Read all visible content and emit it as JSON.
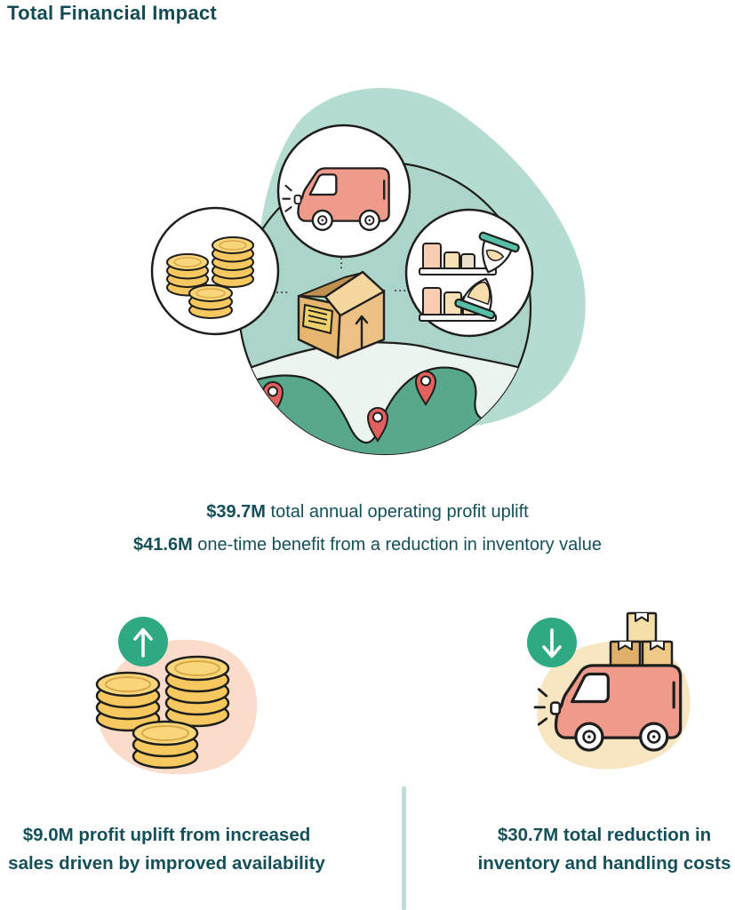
{
  "title": "Total Financial Impact",
  "summary": {
    "line1": {
      "amount": "$39.7M",
      "text": " total annual operating profit uplift"
    },
    "line2": {
      "amount": "$41.6M",
      "text": " one-time benefit from a reduction in inventory value"
    }
  },
  "captions": {
    "left": {
      "amount": "$9.0M",
      "text": " profit uplift from increased sales driven by improved availability"
    },
    "right": {
      "amount": "$30.7M",
      "text": " total reduction in inventory and handling costs"
    }
  },
  "icons": {
    "main": [
      "delivery-van-icon",
      "coin-stacks-icon",
      "shelf-hourglass-icon",
      "open-shipping-box-icon",
      "map-pin-icon"
    ],
    "bottom_left": [
      "arrow-up-icon",
      "coin-stacks-icon"
    ],
    "bottom_right": [
      "arrow-down-icon",
      "van-with-boxes-icon"
    ]
  },
  "colors": {
    "text": "#14505a",
    "blob_teal": "#b5dcd1",
    "globe_teal": "#abd5c8",
    "hill_green": "#58a98b",
    "snow": "#ecf4f0",
    "pin_red": "#e2615e",
    "van_pink": "#f09a8c",
    "coin_gold": "#f6c85f",
    "coin_gold_light": "#f9d679",
    "box_tan": "#e7b66f",
    "box_tan_light": "#edc183",
    "box_flap": "#f3d79f",
    "peach_blob": "#fbdccb",
    "cream_blob": "#f8e5c1",
    "arrow_green": "#2fa982",
    "hourglass_teal": "#57bfa7",
    "divider": "#bedbd7",
    "outline": "#1e1e1c"
  }
}
